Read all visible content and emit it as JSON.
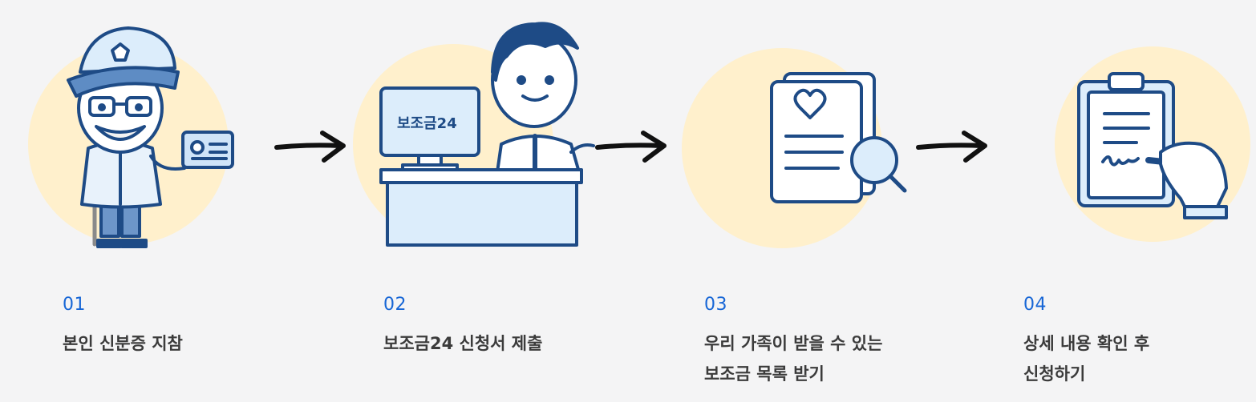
{
  "steps": [
    {
      "number": "01",
      "lines": [
        "본인 신분증 지참",
        ""
      ]
    },
    {
      "number": "02",
      "lines": [
        "보조금24 신청서 제출",
        ""
      ]
    },
    {
      "number": "03",
      "lines": [
        "우리 가족이 받을 수 있는",
        "보조금 목록 받기"
      ]
    },
    {
      "number": "04",
      "lines": [
        "상세 내용 확인 후",
        "신청하기"
      ]
    }
  ],
  "monitor_label": "보조금24",
  "colors": {
    "background": "#f4f4f5",
    "circle": "#fff0cc",
    "stroke": "#1e4b86",
    "fill_light": "#dcedfb",
    "number": "#1766d6",
    "text": "#3b3b3b"
  }
}
